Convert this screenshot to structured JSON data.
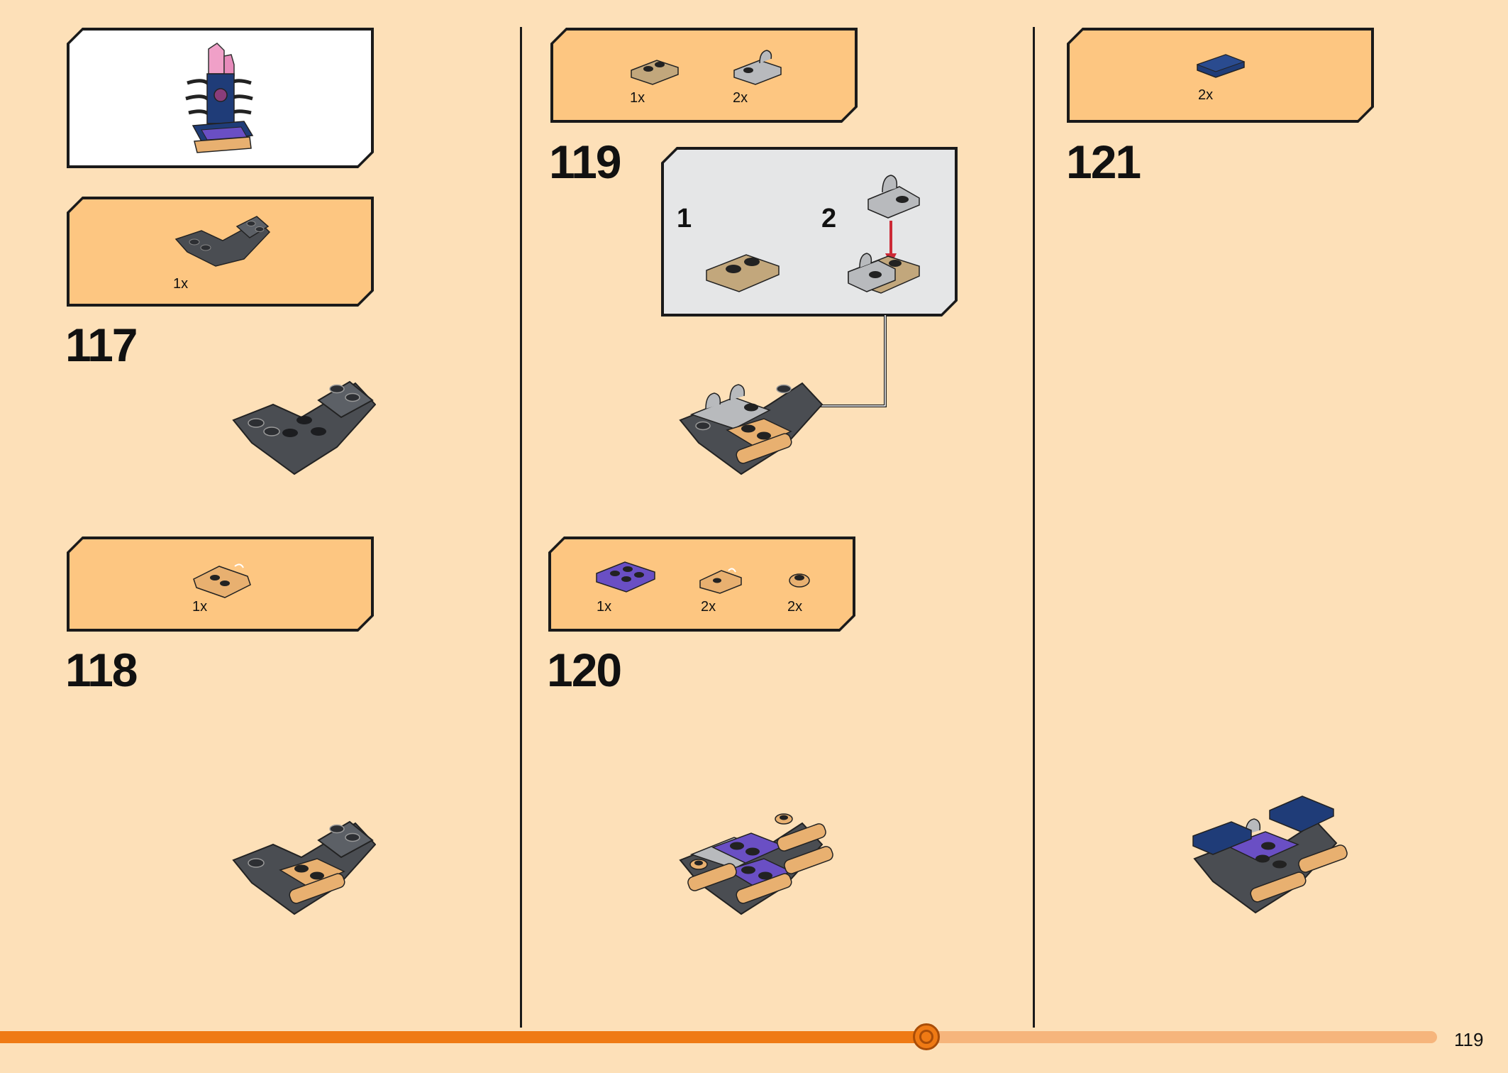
{
  "progress": {
    "fraction": 0.6445
  },
  "page_number": "119",
  "colors": {
    "background": "#fde0b8",
    "parts_box": "#fdc681",
    "progress": "#ef7a14",
    "progress_track": "#f6b57c",
    "dark_bluish_gray": "#4a4d52",
    "tan": "#c2a77c",
    "light_gray": "#b8babd",
    "medium_purple": "#6a4fc4",
    "dark_blue": "#1f3c78",
    "bright_light_orange": "#e8b070",
    "pink_trans": "#f0a0c8"
  },
  "column1": {
    "overview_box": {
      "icon": "completed-model-icon"
    },
    "step117": {
      "number": "117",
      "parts": [
        {
          "qty": "1x",
          "icon": "inverted-slope-2x4-dark-gray-icon"
        }
      ]
    },
    "step118": {
      "number": "118",
      "parts": [
        {
          "qty": "1x",
          "icon": "plate-with-bar-tan-icon"
        }
      ]
    }
  },
  "column2": {
    "step119": {
      "number": "119",
      "parts": [
        {
          "qty": "1x",
          "icon": "plate-1x2-dark-tan-icon"
        },
        {
          "qty": "2x",
          "icon": "plate-with-clip-light-gray-icon"
        }
      ],
      "callout": {
        "sub1": "1",
        "sub2": "2"
      }
    },
    "step120": {
      "number": "120",
      "parts": [
        {
          "qty": "1x",
          "icon": "plate-2x2-purple-icon"
        },
        {
          "qty": "2x",
          "icon": "plate-with-bar-orange-icon"
        },
        {
          "qty": "2x",
          "icon": "round-plate-1x1-orange-icon"
        }
      ]
    }
  },
  "column3": {
    "step121": {
      "number": "121",
      "parts": [
        {
          "qty": "2x",
          "icon": "tile-1x2-dark-blue-icon"
        }
      ]
    }
  }
}
